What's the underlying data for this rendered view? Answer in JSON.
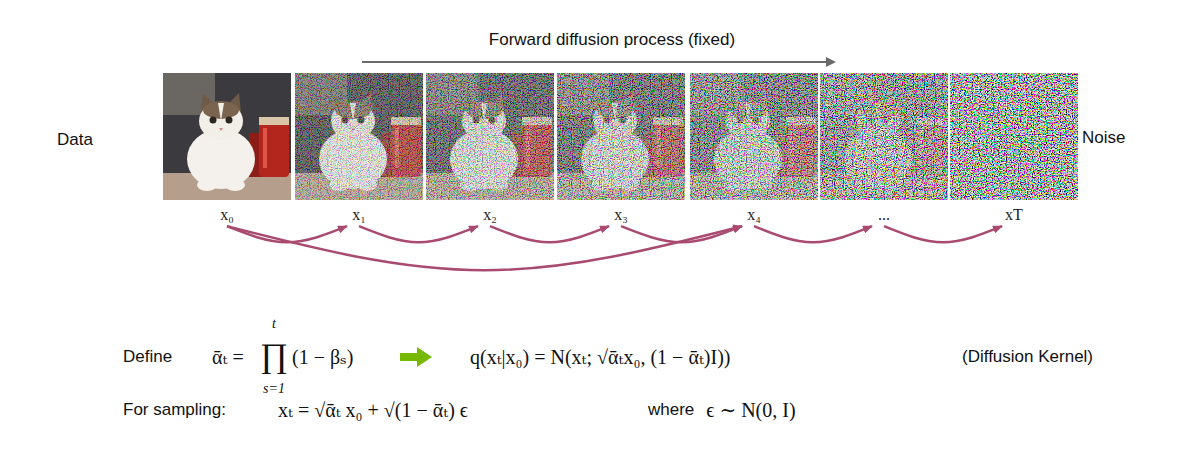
{
  "diagram": {
    "nodes": [
      {
        "text": [
          "x₀"
        ]
      },
      {
        "text": [
          "x₁"
        ]
      },
      {
        "text": [
          "x₂"
        ]
      },
      {
        "text": [
          "x₃"
        ]
      },
      {
        "text": [
          "x₄"
        ]
      },
      {
        "text": [
          "..."
        ]
      },
      {
        "text": [
          "xT"
        ]
      }
    ],
    "edges": [
      {
        "from": 0,
        "to": 1,
        "arrow": "to"
      },
      {
        "from": 1,
        "to": 2,
        "arrow": "to"
      },
      {
        "from": 2,
        "to": 3,
        "arrow": "to"
      },
      {
        "from": 3,
        "to": 4,
        "arrow": "to"
      },
      {
        "from": 4,
        "to": 5,
        "arrow": "to"
      },
      {
        "from": 5,
        "to": 6,
        "arrow": "to"
      },
      {
        "from": 0,
        "to": 4,
        "arrow": "to"
      }
    ],
    "labels": [
      "Forward diffusion process (fixed)",
      "Data",
      "Noise",
      "Define",
      "ᾱₜ =",
      "t",
      "∏",
      "s=1",
      "(1 − βₛ)",
      "q(xₜ|x₀) = N(xₜ; √ᾱₜx₀, (1 − ᾱₜ)I))",
      "(Diffusion Kernel)",
      "For sampling:",
      "xₜ = √ᾱₜ x₀ + √(1 − ᾱₜ) ϵ",
      "where",
      "ϵ ∼ N(0, I)"
    ]
  }
}
